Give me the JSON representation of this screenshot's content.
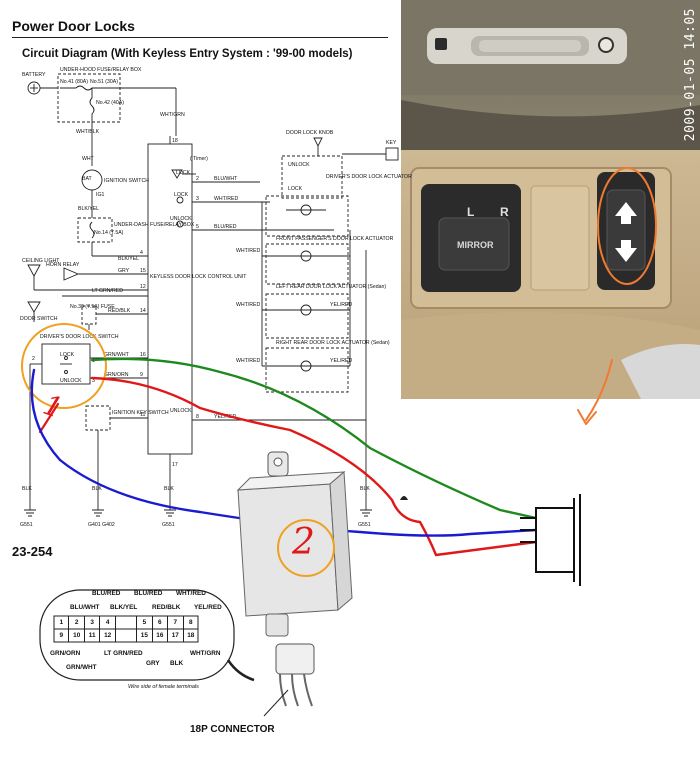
{
  "header": {
    "title": "Power Door Locks",
    "subtitle": "Circuit Diagram (With Keyless Entry System : '99-00 models)"
  },
  "page_number": "23-254",
  "diagram": {
    "battery": "BATTERY",
    "fuse_box": "UNDER-HOOD FUSE/RELAY BOX",
    "fuse_41": "No.41 (80A)",
    "fuse_51": "No.51 (30A)",
    "fuse_42": "No.42 (40A)",
    "wht_blk": "WHT/BLK",
    "wht_grn": "WHT/GRN",
    "wht": "WHT",
    "bat": "BAT",
    "ig1": "IG1",
    "ignition_switch": "IGNITION SWITCH",
    "blk_yel": "BLK/YEL",
    "dash_box": "UNDER-DASH FUSE/RELAY BOX",
    "fuse_14": "No.14 (7.5A)",
    "ceiling_light": "CEILING LIGHT",
    "horn_relay": "HORN RELAY",
    "door_switch": "DOOR SWITCH",
    "fuse_30": "No.30 (7.5A) FUSE",
    "drivers_switch": "DRIVER'S DOOR LOCK SWITCH",
    "lock": "LOCK",
    "unlock": "UNLOCK",
    "ignition_key_switch": "IGNITION KEY SWITCH",
    "keyless_unit": "KEYLESS DOOR LOCK CONTROL UNIT",
    "timer_note": "( Timer)",
    "door_lock_knob": "DOOR LOCK KNOB",
    "key": "KEY",
    "drivers_actuator": "DRIVER'S DOOR LOCK ACTUATOR",
    "front_pass_actuator": "FRONT PASSENGER'S DOOR LOCK ACTUATOR",
    "left_rear_actuator": "LEFT REAR DOOR LOCK ACTUATOR (Sedan)",
    "right_rear_actuator": "RIGHT REAR DOOR LOCK ACTUATOR (Sedan)",
    "blu_wht": "BLU/WHT",
    "wht_red": "WHT/RED",
    "blu_red": "BLU/RED",
    "yel_red": "YEL/RED",
    "grn_wht": "GRN/WHT",
    "grn_orn": "GRN/ORN",
    "gry": "GRY",
    "lt_grn_red": "LT GRN/RED",
    "red_blk": "RED/BLK",
    "blk": "BLK",
    "g551": "G551",
    "g401": "G401 G402",
    "pin_18": "18",
    "pin_2": "2",
    "pin_3": "3",
    "pin_5": "5",
    "pin_4": "4",
    "pin_15": "15",
    "pin_12": "12",
    "pin_14": "14",
    "pin_16": "16",
    "pin_9": "9",
    "pin_11": "11",
    "pin_8": "8",
    "pin_17": "17",
    "pin_1": "1"
  },
  "annotations": {
    "mark_1": "1",
    "mark_2": "2"
  },
  "connector": {
    "title": "18P CONNECTOR",
    "caption": "Wire side of female terminals",
    "top_labels": [
      "BLU/RED",
      "BLU/RED",
      "WHT/RED"
    ],
    "mid_labels": [
      "BLU/WHT",
      "BLK/YEL",
      "RED/BLK",
      "YEL/RED"
    ],
    "bottom_labels": [
      "GRN/ORN",
      "LT GRN/RED",
      "GRY",
      "BLK",
      "WHT/GRN"
    ],
    "bottom_label_2": "GRN/WHT",
    "row1": [
      "1",
      "2",
      "3",
      "4",
      "",
      "5",
      "6",
      "7",
      "8"
    ],
    "row2": [
      "9",
      "10",
      "11",
      "12",
      "",
      "15",
      "16",
      "17",
      "18"
    ]
  },
  "photo": {
    "date_stamp": "2009-01-05 14:05",
    "mirror_label": "MIRROR",
    "left": "L",
    "right": "R"
  },
  "colors": {
    "green_wire": "#1e8a1e",
    "red_wire": "#e01818",
    "blue_wire": "#1a1ad0",
    "circle": "#f0a020",
    "arrow": "#f07a30"
  }
}
